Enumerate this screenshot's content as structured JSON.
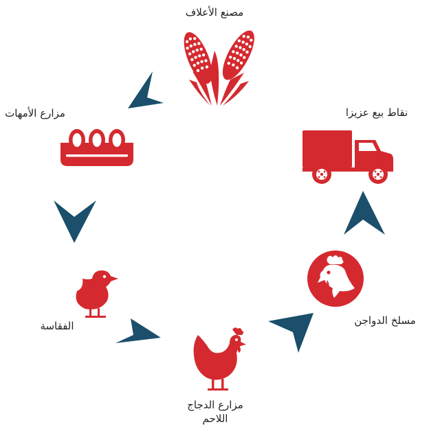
{
  "colors": {
    "red": "#d42a2f",
    "teal": "#1b4f6b",
    "text": "#222222"
  },
  "steps": [
    {
      "id": "feed_mill",
      "label": "مصنع الأعلاف",
      "icon": "corn-icon"
    },
    {
      "id": "parent_farms",
      "label": "مزارع الأمهات",
      "icon": "eggs-tray-icon"
    },
    {
      "id": "hatchery",
      "label": "الفقاسة",
      "icon": "chick-icon"
    },
    {
      "id": "broiler_farms",
      "label_line1": "مزارع الدجاج",
      "label_line2": "اللاحم",
      "icon": "hen-icon"
    },
    {
      "id": "slaughterhouse",
      "label": "مسلخ الدواجن",
      "icon": "rooster-head-icon"
    },
    {
      "id": "retail",
      "label": "نقاط بيع عزيزا",
      "icon": "delivery-truck-icon"
    }
  ]
}
